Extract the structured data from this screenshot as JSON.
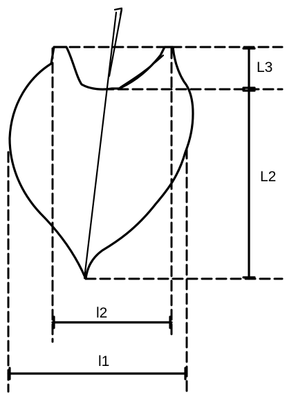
{
  "labels": {
    "L3": "L3",
    "L2": "L2",
    "l2": "l2",
    "l1": "l1"
  }
}
